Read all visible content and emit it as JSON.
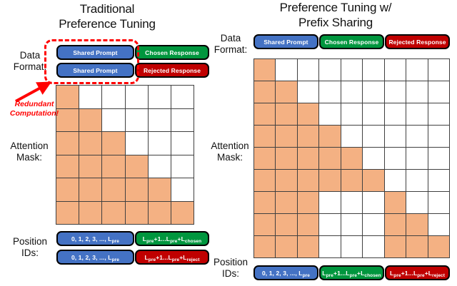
{
  "left_panel": {
    "title_line1": "Traditional",
    "title_line2": "Preference Tuning",
    "data_format_label_l1": "Data",
    "data_format_label_l2": "Format:",
    "attention_mask_label_l1": "Attention",
    "attention_mask_label_l2": "Mask:",
    "position_ids_label_l1": "Position",
    "position_ids_label_l2": "IDs:",
    "annotation_l1": "Redundant",
    "annotation_l2": "Computation!",
    "data_format_rows": [
      [
        {
          "text": "Shared Prompt",
          "color": "blue"
        },
        {
          "text": "Chosen Response",
          "color": "green"
        }
      ],
      [
        {
          "text": "Shared Prompt",
          "color": "blue"
        },
        {
          "text": "Rejected Response",
          "color": "red"
        }
      ]
    ],
    "position_id_rows": [
      [
        {
          "text": "0, 1, 2, 3, ..., Lpre",
          "base": "0, 1, 2, 3, ..., L",
          "sub": "pre",
          "color": "blue"
        },
        {
          "text": "Lpre+1...Lpre+Lchosen",
          "color": "green"
        }
      ],
      [
        {
          "text": "0, 1, 2, 3, ..., Lpre",
          "base": "0, 1, 2, 3, ..., L",
          "sub": "pre",
          "color": "blue"
        },
        {
          "text": "Lpre+1...Lpre+Lreject",
          "color": "red"
        }
      ]
    ]
  },
  "right_panel": {
    "title_line1": "Preference Tuning w/",
    "title_line2": "Prefix Sharing",
    "data_format_label_l1": "Data",
    "data_format_label_l2": "Format:",
    "attention_mask_label_l1": "Attention",
    "attention_mask_label_l2": "Mask:",
    "position_ids_label_l1": "Position",
    "position_ids_label_l2": "IDs:",
    "data_format_row": [
      {
        "text": "Shared Prompt",
        "color": "blue"
      },
      {
        "text": "Chosen Response",
        "color": "green"
      },
      {
        "text": "Rejected Response",
        "color": "red"
      }
    ],
    "position_id_row": [
      {
        "text": "0, 1, 2, 3, ..., Lpre",
        "color": "blue"
      },
      {
        "text": "Lpre+1...Lpre+Lchosen",
        "color": "green"
      },
      {
        "text": "Lpre+1...Lpre+Lreject",
        "color": "red"
      }
    ]
  },
  "colors": {
    "prompt_blue": "#4472C4",
    "chosen_green": "#00963E",
    "rejected_red": "#C00000",
    "mask_fill": "#F4B183",
    "mask_empty": "#FFFFFF",
    "grid_line": "#404040",
    "annotation_red": "#FF0000"
  },
  "chart_data": {
    "type": "heatmap",
    "title": "Attention masks for preference tuning with and without prefix sharing",
    "left_mask": {
      "name": "Traditional Preference Tuning attention mask",
      "rows": 6,
      "cols": 6,
      "matrix": [
        [
          1,
          0,
          0,
          0,
          0,
          0
        ],
        [
          1,
          1,
          0,
          0,
          0,
          0
        ],
        [
          1,
          1,
          1,
          0,
          0,
          0
        ],
        [
          1,
          1,
          1,
          1,
          0,
          0
        ],
        [
          1,
          1,
          1,
          1,
          1,
          0
        ],
        [
          1,
          1,
          1,
          1,
          1,
          1
        ]
      ]
    },
    "right_mask": {
      "name": "Prefix Sharing attention mask",
      "rows": 9,
      "cols": 9,
      "matrix": [
        [
          1,
          0,
          0,
          0,
          0,
          0,
          0,
          0,
          0
        ],
        [
          1,
          1,
          0,
          0,
          0,
          0,
          0,
          0,
          0
        ],
        [
          1,
          1,
          1,
          0,
          0,
          0,
          0,
          0,
          0
        ],
        [
          1,
          1,
          1,
          1,
          0,
          0,
          0,
          0,
          0
        ],
        [
          1,
          1,
          1,
          1,
          1,
          0,
          0,
          0,
          0
        ],
        [
          1,
          1,
          1,
          1,
          1,
          1,
          0,
          0,
          0
        ],
        [
          1,
          1,
          1,
          0,
          0,
          0,
          1,
          0,
          0
        ],
        [
          1,
          1,
          1,
          0,
          0,
          0,
          1,
          1,
          0
        ],
        [
          1,
          1,
          1,
          0,
          0,
          0,
          1,
          1,
          1
        ]
      ]
    }
  }
}
